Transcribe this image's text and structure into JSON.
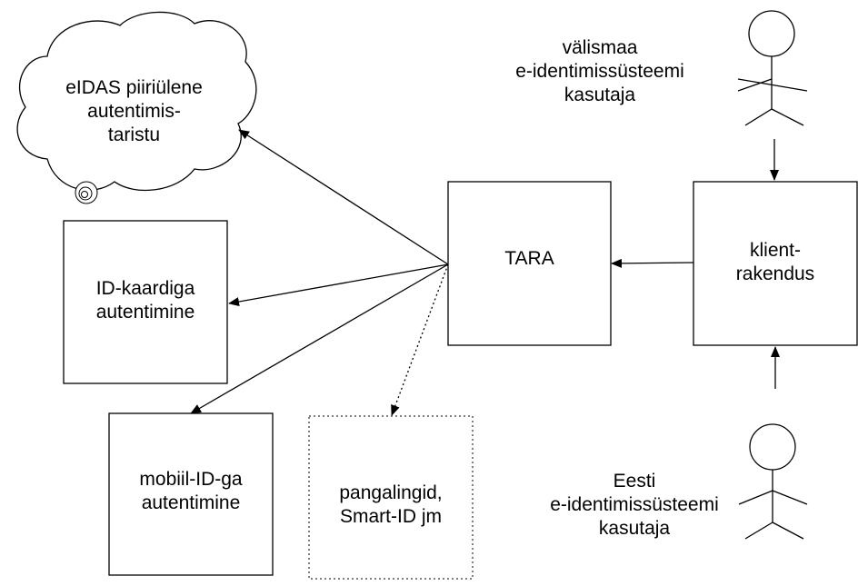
{
  "diagram": {
    "nodes": {
      "eidas": "eIDAS piiriülene\nautentimis-\ntaristu",
      "id_card": "ID-kaardiga\nautentimine",
      "mobile_id": "mobiil-ID-ga\nautentimine",
      "bank_links": "pangalingid,\nSmart-ID jm",
      "tara": "TARA",
      "client_app": "klient-\nrakendus"
    },
    "actors": {
      "foreign_user": "välismaa\ne-identimissüsteemi\nkasutaja",
      "estonian_user": "Eesti\ne-identimissüsteemi\nkasutaja"
    },
    "edge_styles": {
      "tara_to_eidas": "solid",
      "tara_to_id_card": "solid",
      "tara_to_mobile_id": "solid",
      "tara_to_bank_links": "dotted",
      "client_app_to_tara": "solid",
      "foreign_user_to_client_app": "solid",
      "estonian_user_to_client_app": "solid"
    },
    "colors": {
      "stroke": "#000000",
      "background": "#ffffff"
    }
  }
}
